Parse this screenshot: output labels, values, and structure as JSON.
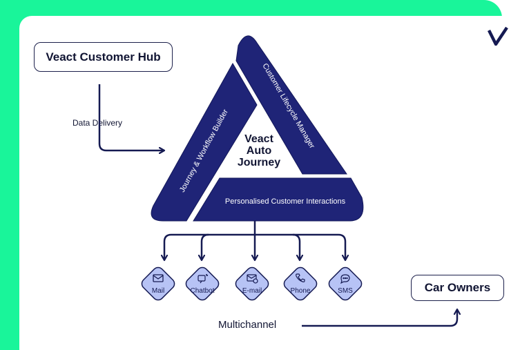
{
  "hub": {
    "label": "Veact Customer Hub"
  },
  "owners": {
    "label": "Car Owners"
  },
  "flow": {
    "data_delivery": "Data Delivery",
    "multichannel": "Multichannel"
  },
  "center": {
    "line1": "Veact",
    "line2": "Auto",
    "line3": "Journey"
  },
  "segments": {
    "left": "Journey & Workflow Builder",
    "right": "Customer Lifecycle Manager",
    "bottom": "Personalised Customer Interactions"
  },
  "channels": [
    {
      "label": "Mail",
      "icon": "mail-icon"
    },
    {
      "label": "Chatbot",
      "icon": "chatbot-icon"
    },
    {
      "label": "E-mail",
      "icon": "email-icon"
    },
    {
      "label": "Phone",
      "icon": "phone-icon"
    },
    {
      "label": "SMS",
      "icon": "sms-icon"
    }
  ],
  "colors": {
    "accent": "#19f59a",
    "navy": "#1b1f6e",
    "channel_fill": "#b7c3f5"
  }
}
